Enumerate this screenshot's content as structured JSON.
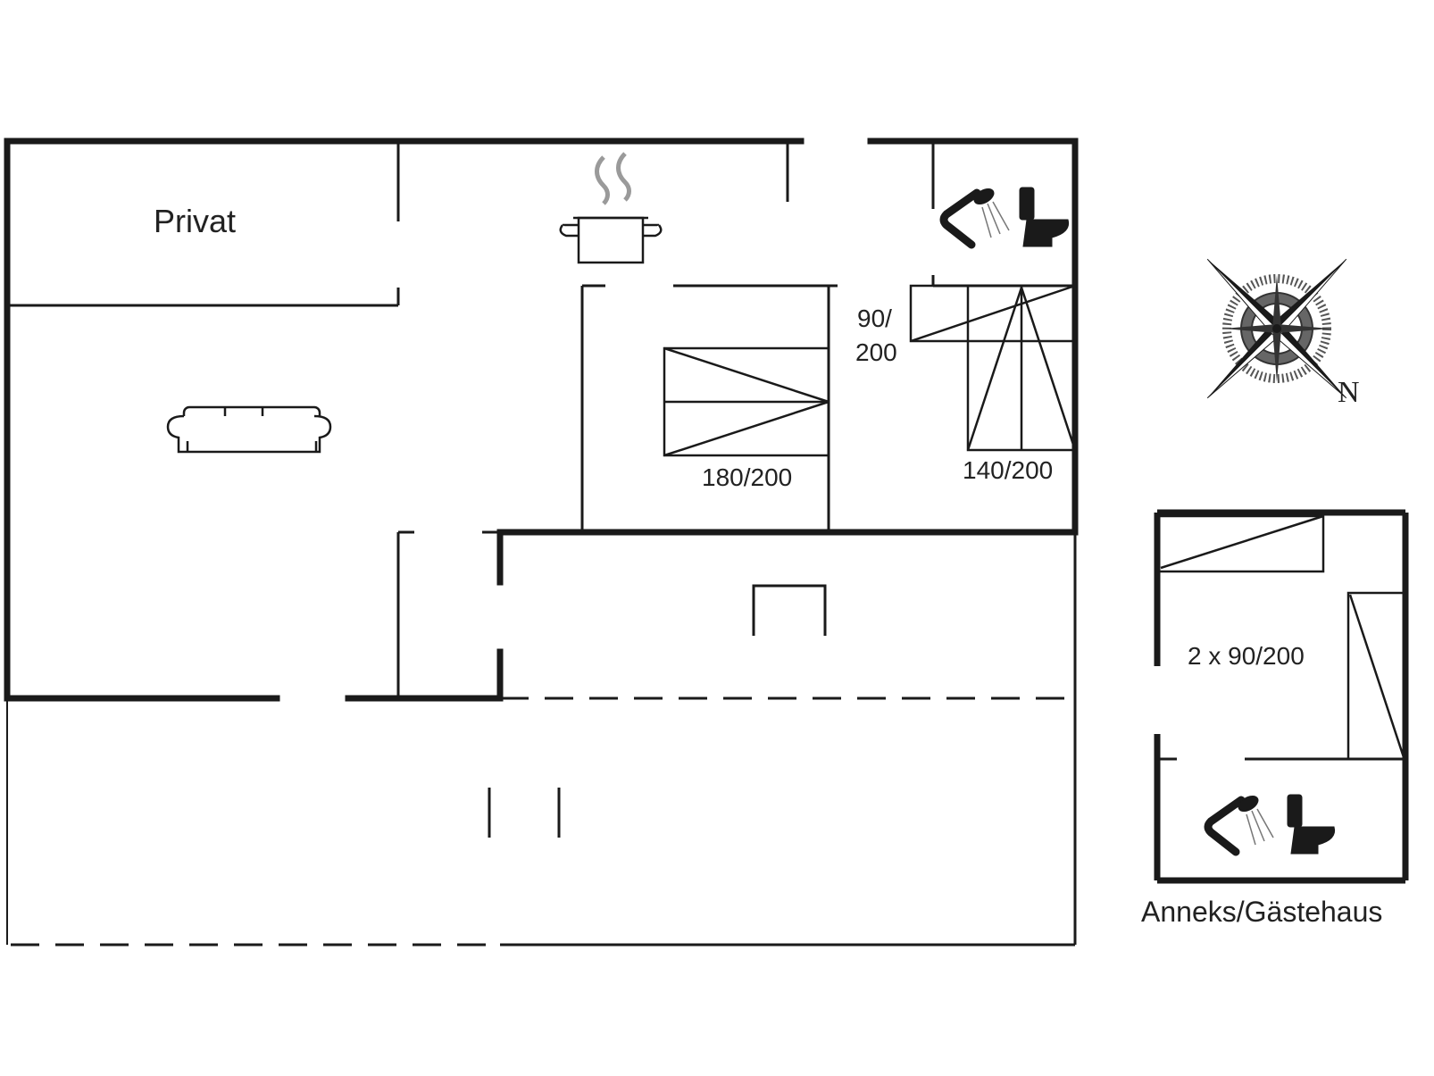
{
  "rooms": {
    "private_label": "Privat"
  },
  "beds": {
    "bed_single_line1": "90/",
    "bed_single_line2": "200",
    "bed_double": "180/200",
    "bed_double_small": "140/200",
    "annex_beds": "2 x 90/200"
  },
  "annex": {
    "label": "Anneks/Gästehaus"
  },
  "compass": {
    "north_label": "N"
  },
  "colors": {
    "wall": "#1a1a1a",
    "background": "#ffffff"
  },
  "icons": [
    "shower-icon",
    "toilet-icon",
    "cooking-pot-icon",
    "sofa-icon",
    "compass-rose-icon"
  ]
}
